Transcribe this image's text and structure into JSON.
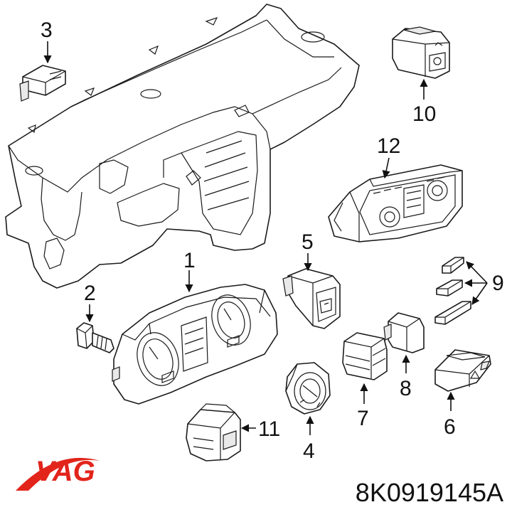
{
  "brand": {
    "logo_text": "VAG",
    "logo_color": "#e2241b"
  },
  "part_number": "8K0919145A",
  "callouts": [
    {
      "id": "c1",
      "label": "1"
    },
    {
      "id": "c2",
      "label": "2"
    },
    {
      "id": "c3",
      "label": "3"
    },
    {
      "id": "c4",
      "label": "4"
    },
    {
      "id": "c5",
      "label": "5"
    },
    {
      "id": "c6",
      "label": "6"
    },
    {
      "id": "c7",
      "label": "7"
    },
    {
      "id": "c8",
      "label": "8"
    },
    {
      "id": "c9",
      "label": "9"
    },
    {
      "id": "c10",
      "label": "10"
    },
    {
      "id": "c11",
      "label": "11"
    },
    {
      "id": "c12",
      "label": "12"
    }
  ]
}
